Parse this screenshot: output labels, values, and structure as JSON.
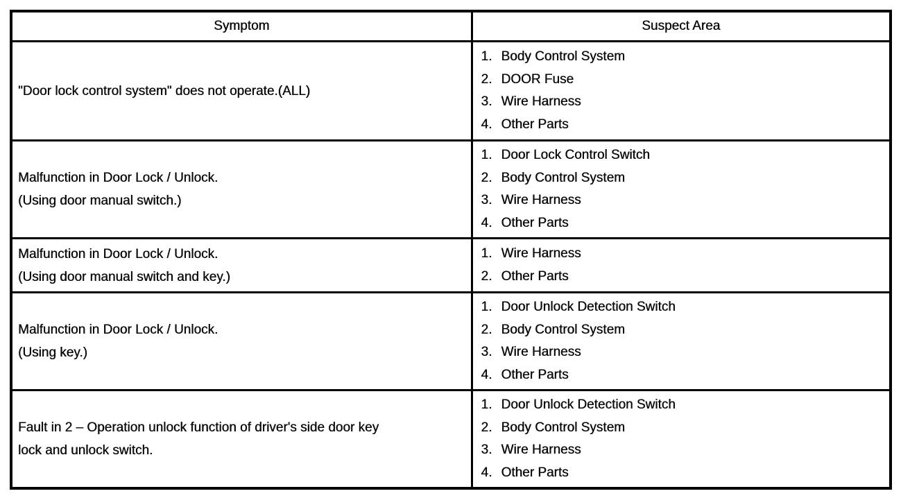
{
  "table": {
    "headers": {
      "symptom": "Symptom",
      "suspect_area": "Suspect Area"
    },
    "rows": [
      {
        "symptom_lines": [
          "\"Door lock control system\" does not operate.(ALL)"
        ],
        "suspects": [
          "Body Control System",
          "DOOR Fuse",
          "Wire Harness",
          "Other Parts"
        ]
      },
      {
        "symptom_lines": [
          "Malfunction in Door Lock / Unlock.",
          "(Using door manual switch.)"
        ],
        "suspects": [
          "Door Lock Control Switch",
          "Body Control System",
          "Wire Harness",
          "Other Parts"
        ]
      },
      {
        "symptom_lines": [
          "Malfunction in Door Lock / Unlock.",
          "(Using door manual switch and key.)"
        ],
        "suspects": [
          "Wire Harness",
          "Other Parts"
        ]
      },
      {
        "symptom_lines": [
          "Malfunction in Door Lock / Unlock.",
          "(Using key.)"
        ],
        "suspects": [
          "Door Unlock Detection Switch",
          "Body Control System",
          "Wire Harness",
          "Other Parts"
        ]
      },
      {
        "symptom_lines": [
          "Fault in 2 – Operation unlock function of driver's side door key",
          "lock and unlock switch."
        ],
        "suspects": [
          "Door Unlock Detection Switch",
          "Body Control System",
          "Wire Harness",
          "Other Parts"
        ]
      }
    ]
  }
}
